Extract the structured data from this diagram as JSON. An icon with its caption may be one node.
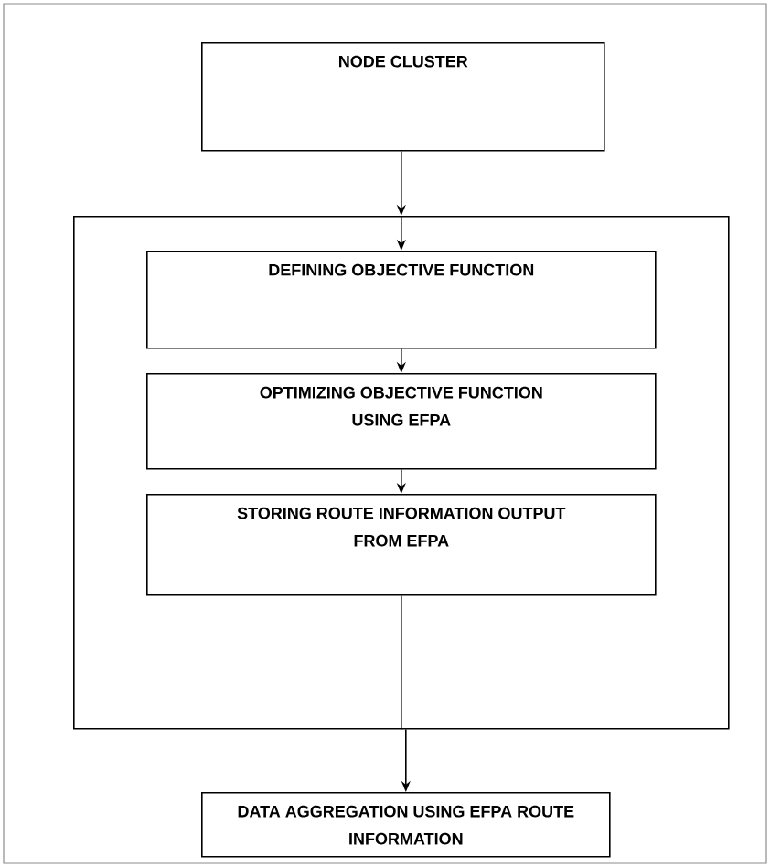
{
  "diagram": {
    "nodes": [
      {
        "text": [
          "NODE CLUSTER"
        ]
      },
      {
        "text": [],
        "shape": "box"
      },
      {
        "text": [
          "DEFINING OBJECTIVE FUNCTION"
        ],
        "in": 1
      },
      {
        "text": [
          "OPTIMIZING OBJECTIVE FUNCTION USING EFPA"
        ],
        "in": 1
      },
      {
        "text": [
          "STORING ROUTE INFORMATION OUTPUT FROM EFPA"
        ],
        "in": 1
      },
      {
        "text": [
          "DATA AGGREGATION USING EFPA ROUTE INFORMATION"
        ]
      }
    ],
    "edges": [
      {
        "from": 0,
        "to": 1,
        "arrow": "to"
      },
      {
        "from": 1,
        "to": 2,
        "arrow": "to"
      },
      {
        "from": 2,
        "to": 3,
        "arrow": "to"
      },
      {
        "from": 3,
        "to": 4,
        "arrow": "to"
      },
      {
        "from": 4,
        "to": 1,
        "arrow": "none"
      },
      {
        "from": 1,
        "to": 5,
        "arrow": "to"
      }
    ]
  }
}
